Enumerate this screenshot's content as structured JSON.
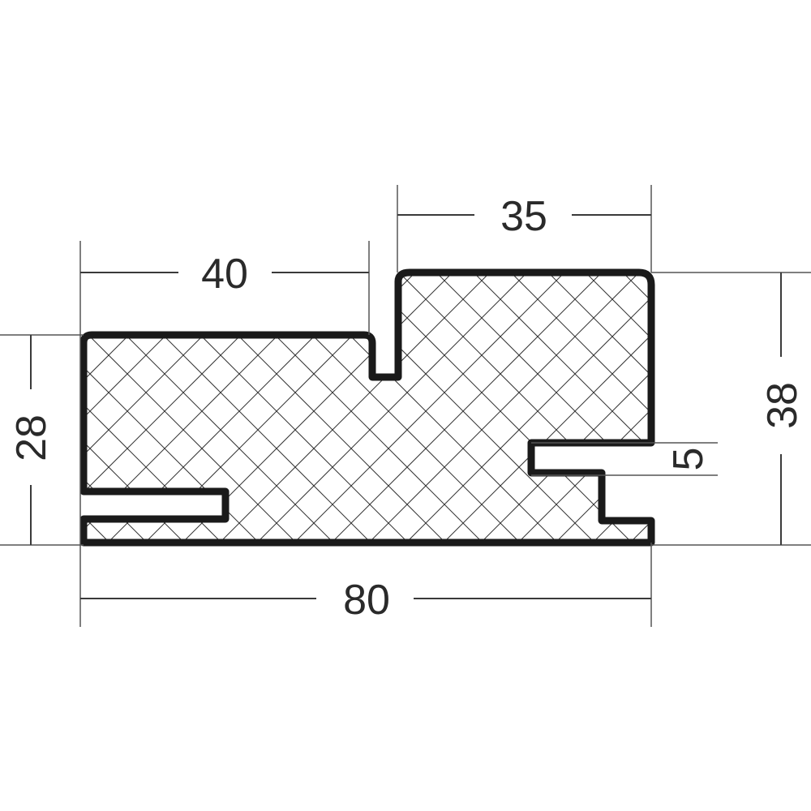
{
  "drawing": {
    "colors": {
      "outline": "#1a1a1a",
      "hatch": "#333333",
      "dimension": "#3a3a3a",
      "background": "#ffffff"
    },
    "dimensions": {
      "top_left_width": "40",
      "top_right_width": "35",
      "overall_width": "80",
      "left_height": "28",
      "right_height": "38",
      "groove_height": "5"
    }
  }
}
